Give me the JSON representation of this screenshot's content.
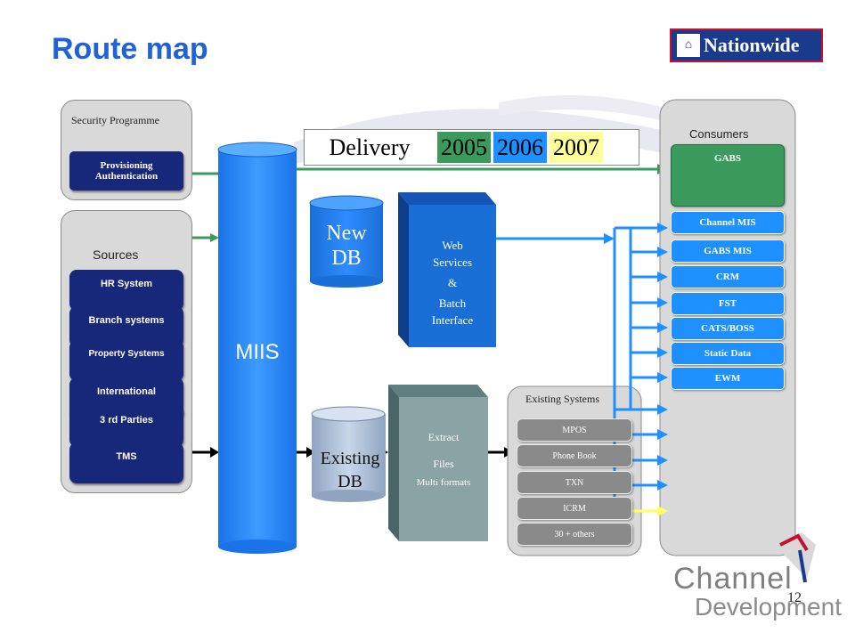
{
  "title": "Route map",
  "logo": {
    "text": "Nationwide"
  },
  "delivery": {
    "label": "Delivery",
    "years": [
      "2005",
      "2006",
      "2007"
    ],
    "year_colors": [
      "#3a9b5c",
      "#1e90ff",
      "#ffff99"
    ]
  },
  "security": {
    "title": "Security Programme",
    "item": "Provisioning Authentication"
  },
  "sources": {
    "title": "Sources",
    "items": [
      "HR System",
      "Branch systems",
      "Property Systems",
      "International",
      "3 rd Parties",
      "TMS"
    ]
  },
  "miis": {
    "label": "MIIS"
  },
  "new_db": {
    "line1": "New",
    "line2": "DB"
  },
  "existing_db": {
    "line1": "Existing",
    "line2": "DB"
  },
  "web_services": {
    "lines": [
      "Web",
      "Services",
      "&",
      "Batch",
      "Interface"
    ]
  },
  "extract": {
    "lines": [
      "Extract",
      "Files",
      "Multi formats"
    ]
  },
  "existing_systems": {
    "title": "Existing Systems",
    "items": [
      "MPOS",
      "Phone Book",
      "TXN",
      "ICRM",
      "30 + others"
    ]
  },
  "consumers": {
    "title": "Consumers",
    "gabs": "GABS",
    "items": [
      "Channel MIS",
      "GABS MIS",
      "CRM",
      "FST",
      "CATS/BOSS",
      "Static Data",
      "EWM"
    ]
  },
  "footer": {
    "page_number": "12",
    "brand_line1": "Channel",
    "brand_line2": "Development"
  }
}
